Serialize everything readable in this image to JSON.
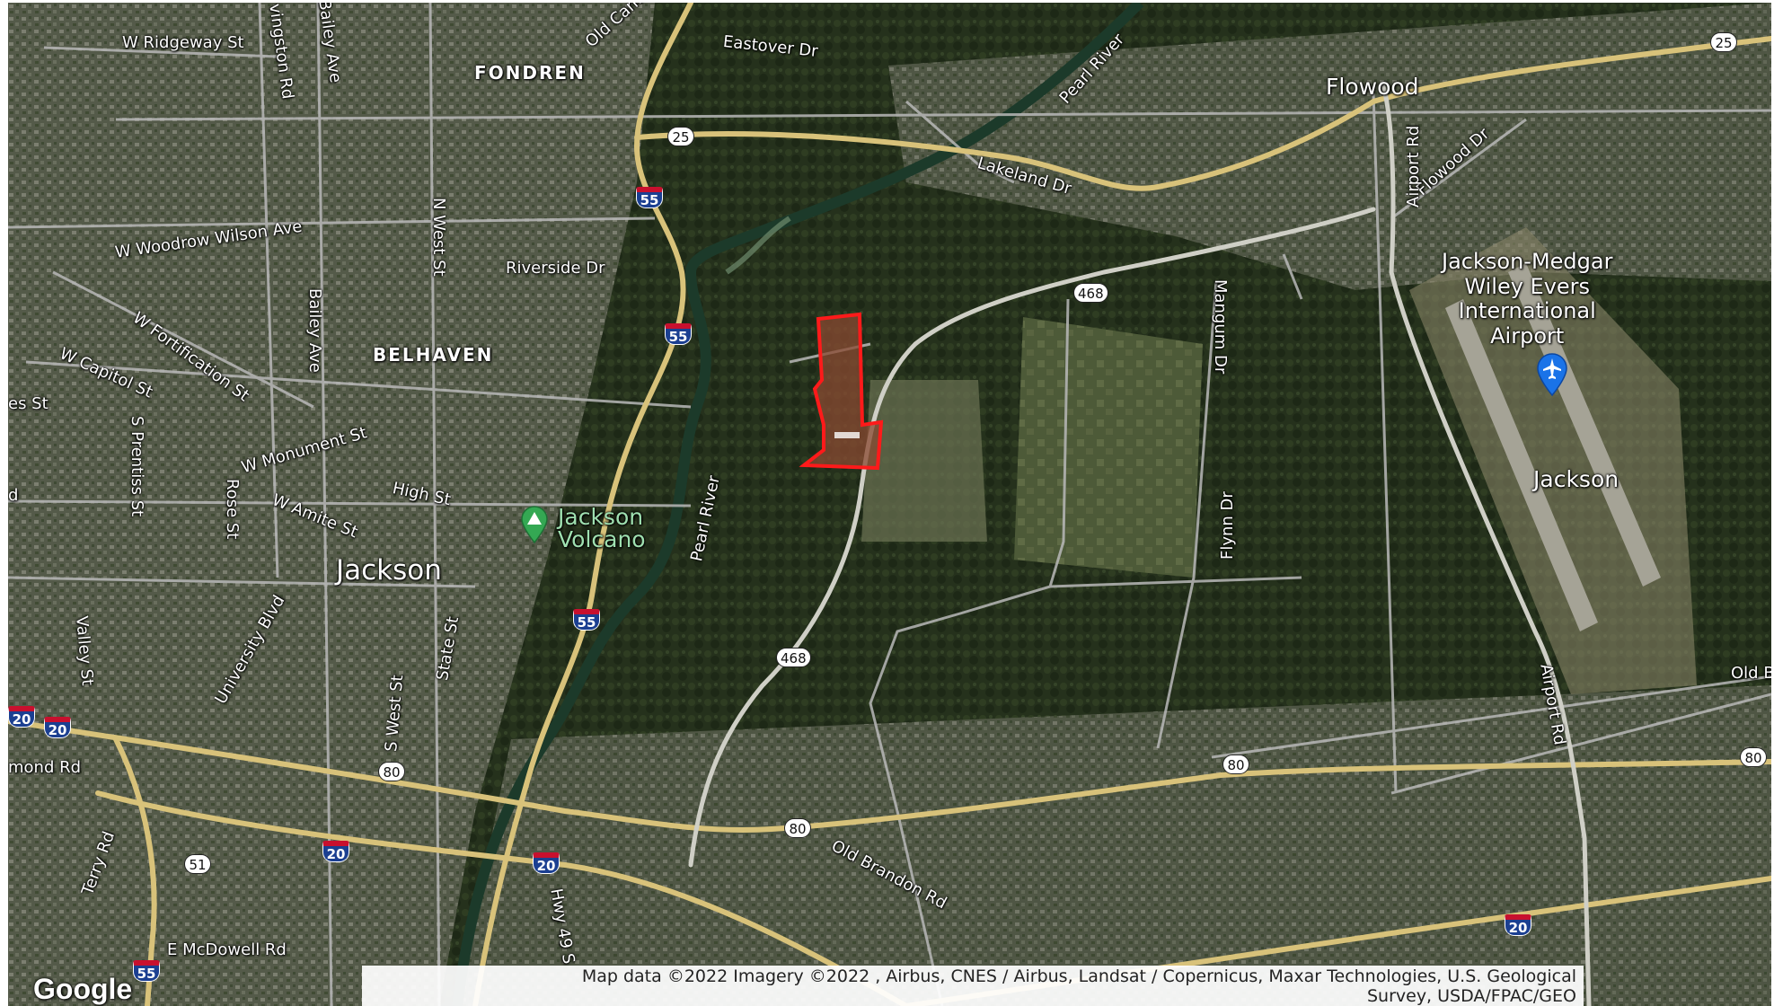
{
  "map": {
    "logo": "Google",
    "attribution_line1": "Map data ©2022 Imagery ©2022 , Airbus, CNES / Airbus, Landsat / Copernicus, Maxar Technologies, U.S. Geological",
    "attribution_line2": "Survey, USDA/FPAC/GEO",
    "neighborhoods": {
      "fondren": "FONDREN",
      "belhaven": "BELHAVEN"
    },
    "cities": {
      "jackson": "Jackson",
      "flowood": "Flowood",
      "jackson_airport_area": "Jackson"
    },
    "poi": {
      "volcano_line1": "Jackson",
      "volcano_line2": "Volcano"
    },
    "airport": {
      "line1": "Jackson-Medgar",
      "line2": "Wiley Evers",
      "line3": "International",
      "line4": "Airport"
    },
    "streets": {
      "w_ridgeway": "W Ridgeway St",
      "livingston": "vingston Rd",
      "bailey_top": "Bailey Ave",
      "old_canton": "Old Canto",
      "eastover": "Eastover Dr",
      "pearl_river_top": "Pearl River",
      "lakeland": "Lakeland Dr",
      "flowood_dr": "Flowood Dr",
      "w_woodrow": "W Woodrow Wilson Ave",
      "n_west": "N West St",
      "riverside": "Riverside Dr",
      "airport_rd_top": "Airport Rd",
      "mangum": "Mangum Dr",
      "w_fortification": "W Fortification St",
      "bailey_mid": "Bailey Ave",
      "w_capitol": "W Capitol St",
      "es_st": "es St",
      "s_prentiss": "S Prentiss St",
      "w_monument": "W Monument St",
      "high_st": "High St",
      "rose_st": "Rose St",
      "w_amite": "W Amite St",
      "d_left": "d",
      "pearl_river_mid": "Pearl River",
      "flynn": "Flynn Dr",
      "valley": "Valley St",
      "university": "University Blvd",
      "s_west": "S West St",
      "state_st": "State St",
      "old_br": "Old Br",
      "airport_rd_bottom": "Airport Rd",
      "mond_rd": "mond Rd",
      "terry": "Terry Rd",
      "old_brandon": "Old Brandon Rd",
      "hwy49": "Hwy 49 S",
      "e_mcdowell": "E McDowell Rd"
    },
    "shields": {
      "s25a": "25",
      "s25b": "25",
      "i55a": "55",
      "i55b": "55",
      "i55c": "55",
      "i55d": "55",
      "s468a": "468",
      "s468b": "468",
      "i20a": "20",
      "i20b": "20",
      "i20c": "20",
      "i20d": "20",
      "i20e": "20",
      "us80a": "80",
      "us80b": "80",
      "us80c": "80",
      "us80d": "80",
      "us51": "51"
    },
    "colors": {
      "highway": "#d8c27a",
      "road": "#b9b9b9",
      "boundary": "#ff1a1a",
      "parcel_fill": "#8a4a32"
    }
  }
}
